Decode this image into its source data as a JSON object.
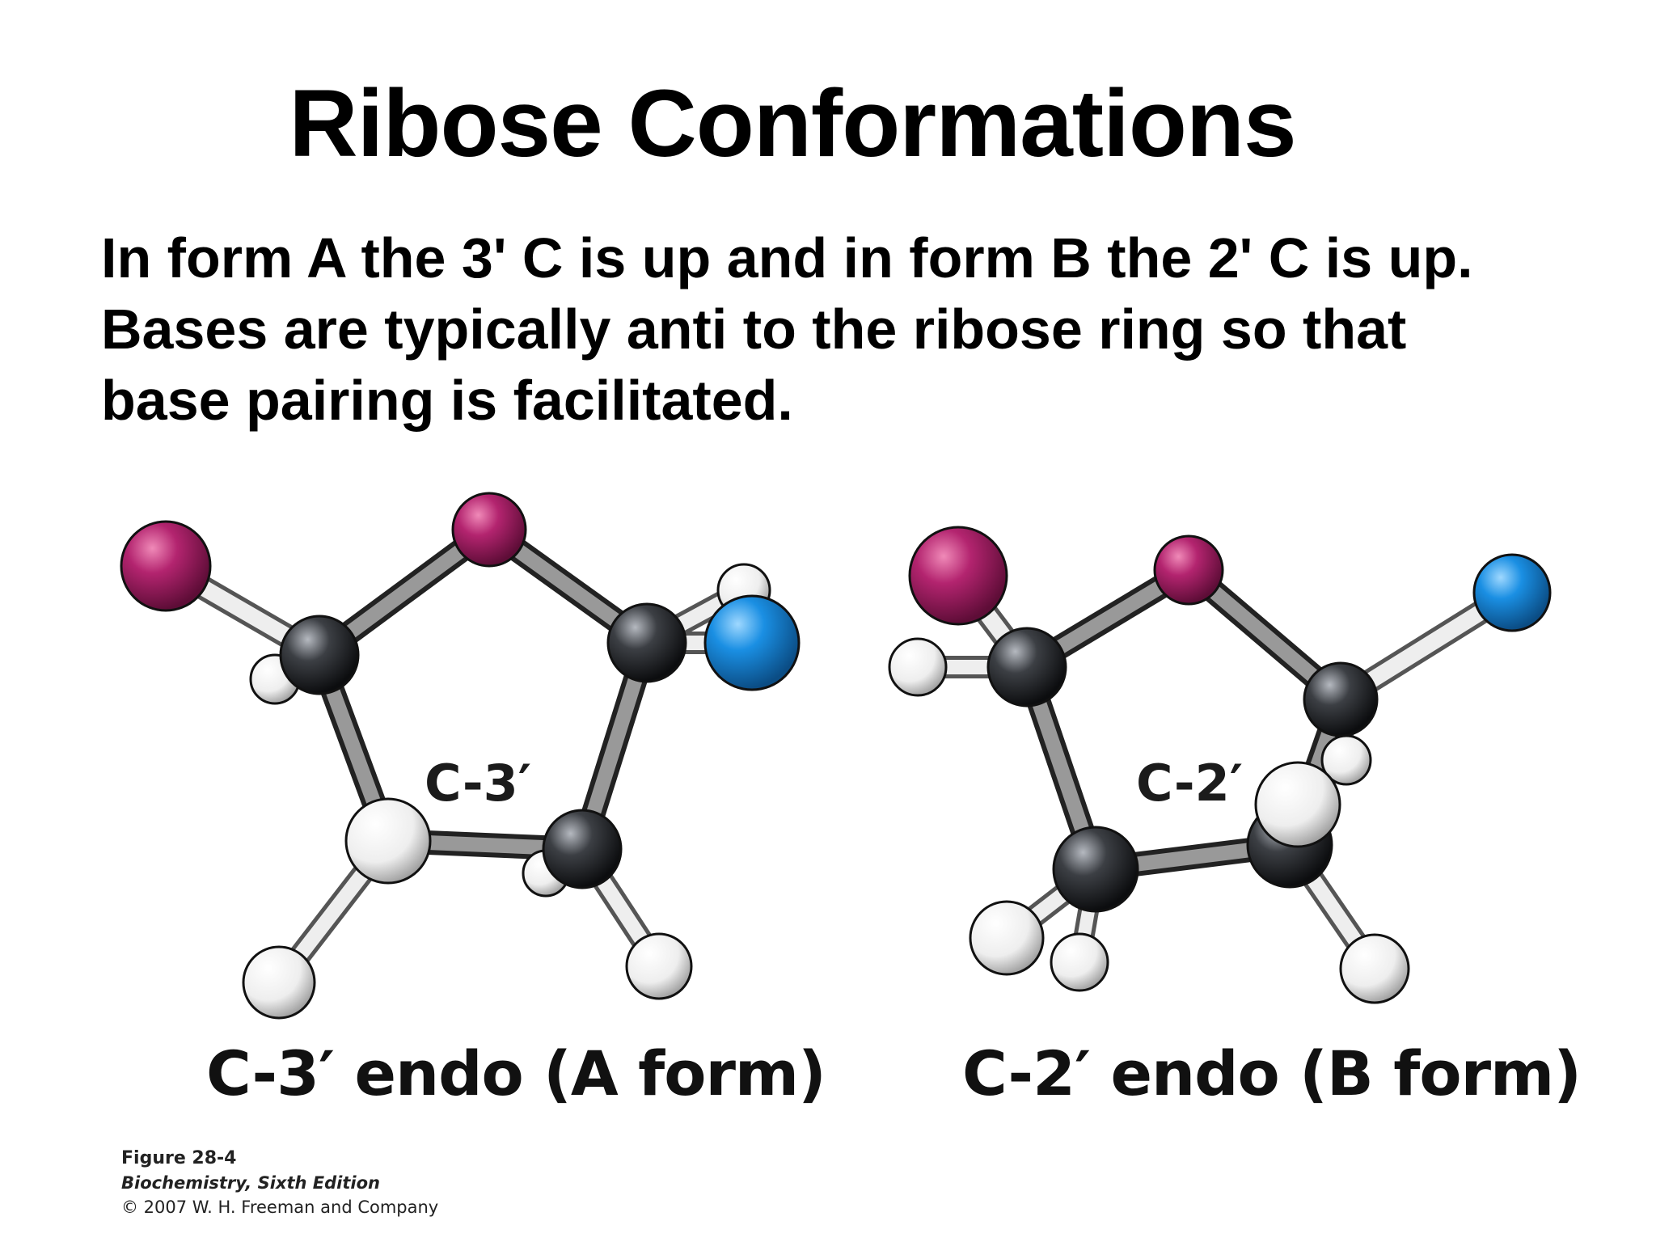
{
  "slide": {
    "title": "Ribose Conformations",
    "body_lines": [
      "In form A the 3' C is up and in form B the 2' C is up.",
      "Bases are typically anti to the ribose ring so that",
      "base pairing is facilitated."
    ]
  },
  "figure": {
    "form_a": {
      "ring_label": "C-3′",
      "caption": "C-3′ endo (A form)"
    },
    "form_b": {
      "ring_label": "C-2′",
      "caption": "C-2′ endo (B form)"
    },
    "credit": {
      "figure_number": "Figure 28-4",
      "book": "Biochemistry, Sixth Edition",
      "copyright": "© 2007 W. H. Freeman and Company"
    }
  },
  "colors": {
    "oxygen": "#b3246f",
    "nitrogen": "#1a8fe3",
    "carbon": "#3c3f44",
    "hydrogen": "#f4f4f4"
  }
}
